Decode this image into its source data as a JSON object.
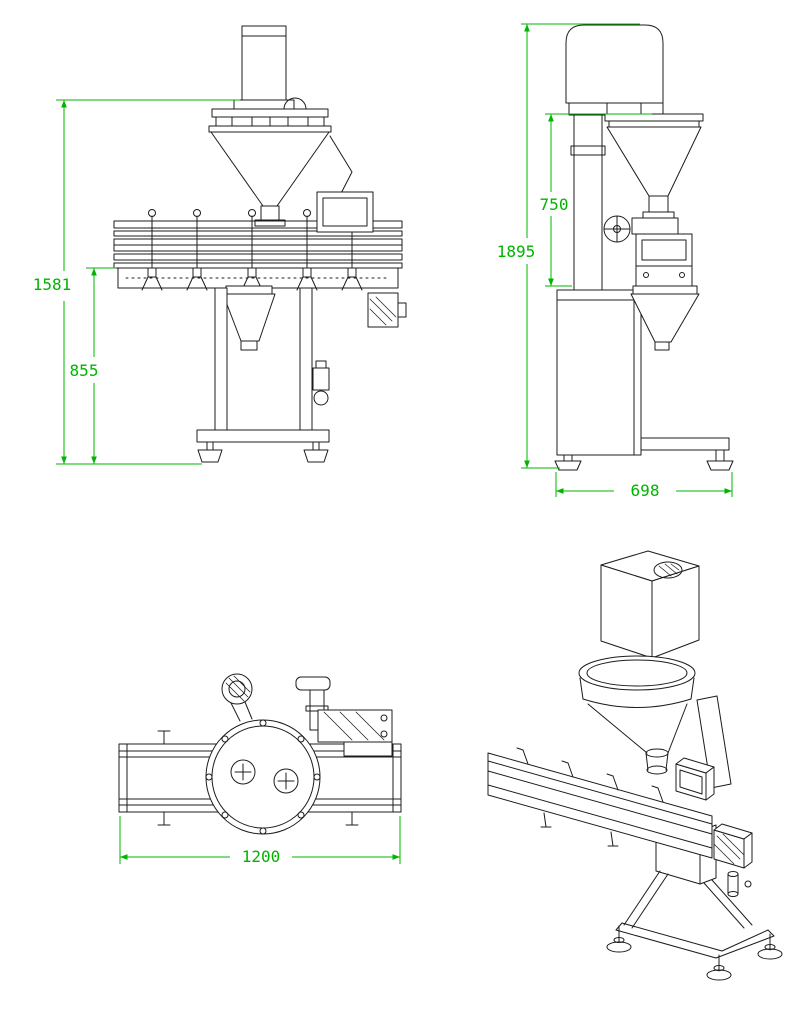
{
  "drawing": {
    "background": "#ffffff",
    "line_color": "#1c1c1c",
    "dimension_color": "#00b400",
    "views": {
      "front": {
        "overall_height": "1581",
        "conveyor_height": "855"
      },
      "side": {
        "overall_height": "1895",
        "filler_height": "750",
        "base_depth": "698"
      },
      "top": {
        "conveyor_length": "1200"
      }
    }
  }
}
